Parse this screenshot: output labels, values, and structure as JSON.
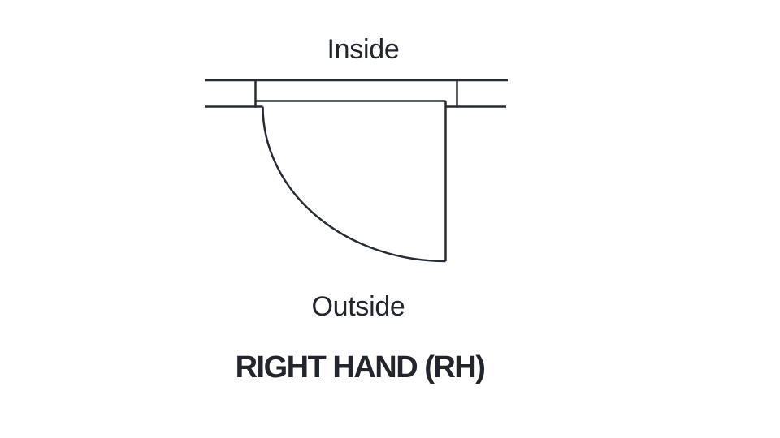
{
  "page": {
    "background_color": "#ffffff"
  },
  "diagram": {
    "kind": "door-swing-plan",
    "inside_label": "Inside",
    "outside_label": "Outside",
    "line_color": "#272b33",
    "hinge_side": "right",
    "swing_direction": "toward-outside"
  },
  "title": {
    "text": "RIGHT HAND (RH)",
    "color": "#22262c"
  }
}
